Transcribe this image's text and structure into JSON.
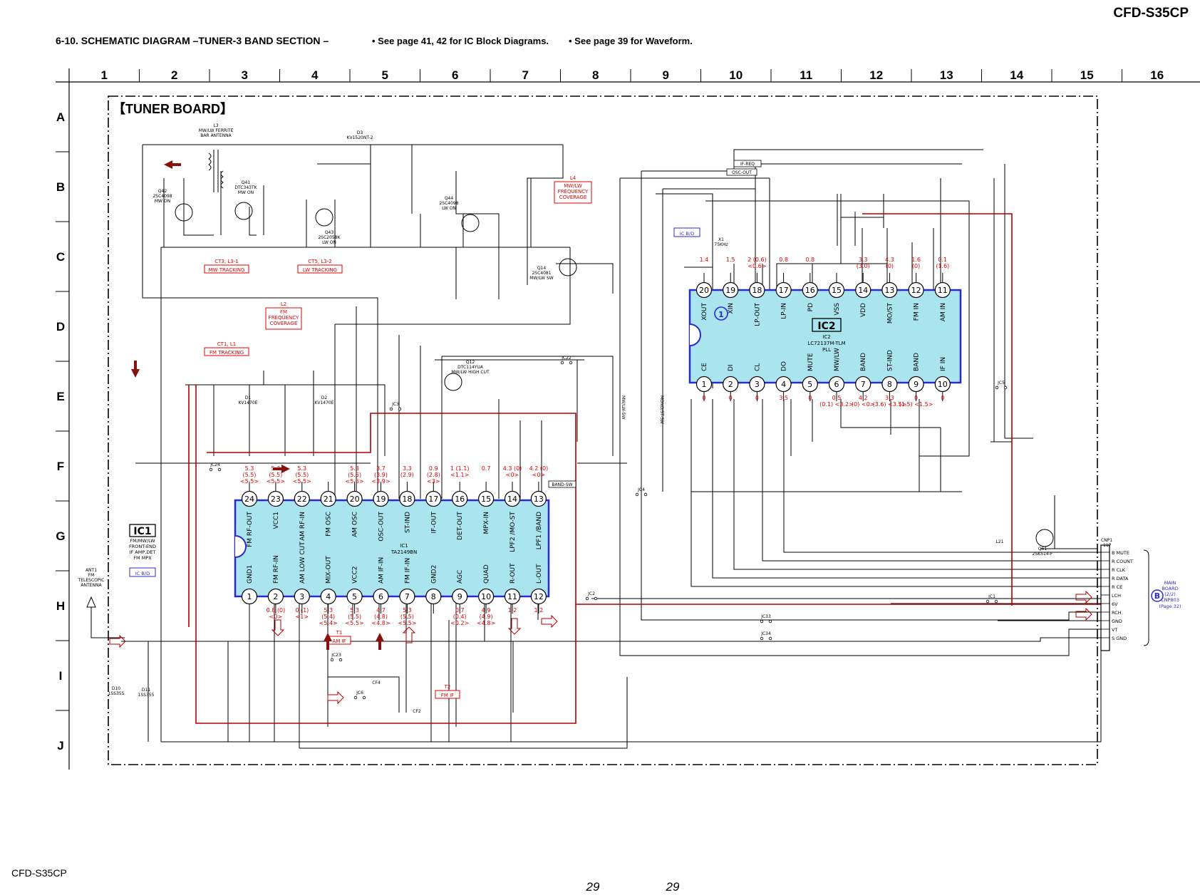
{
  "header": {
    "model": "CFD-S35CP",
    "title": "6-10. SCHEMATIC DIAGRAM  –TUNER-3 BAND SECTION –",
    "note_ic": "• See page 41, 42 for IC Block Diagrams.",
    "note_wave": "• See page 39 for Waveform."
  },
  "grid": {
    "columns": [
      "1",
      "2",
      "3",
      "4",
      "5",
      "6",
      "7",
      "8",
      "9",
      "10",
      "11",
      "12",
      "13",
      "14",
      "15",
      "16"
    ],
    "rows": [
      "A",
      "B",
      "C",
      "D",
      "E",
      "F",
      "G",
      "H",
      "I",
      "J"
    ]
  },
  "board_title": "【TUNER BOARD】",
  "ic1": {
    "box_label": "IC1",
    "description": [
      "FM/MW/LW",
      "FRONT-END",
      "IF AMP,DET",
      "FM MPX"
    ],
    "ref": "IC B/D",
    "name": "IC1",
    "part": "TA2149BN",
    "top_pins": [
      {
        "num": "24",
        "label": "FM RF-OUT",
        "v": "5.3",
        "v2": "(5.5)",
        "v3": "<5.5>"
      },
      {
        "num": "23",
        "label": "VCC1",
        "v": "5.3",
        "v2": "(5.5)",
        "v3": "<5.5>"
      },
      {
        "num": "22",
        "label": "AM RF-IN",
        "v": "5.3",
        "v2": "(5.5)",
        "v3": "<5.5>"
      },
      {
        "num": "21",
        "label": "FM OSC",
        "v": "",
        "v2": "",
        "v3": ""
      },
      {
        "num": "20",
        "label": "AM OSC",
        "v": "5.3",
        "v2": "(5.5)",
        "v3": "<5.5>"
      },
      {
        "num": "19",
        "label": "OSC-OUT",
        "v": "3.7",
        "v2": "(3.9)",
        "v3": "<3.9>"
      },
      {
        "num": "18",
        "label": "ST-IND",
        "v": "3.3",
        "v2": "(2.9)",
        "v3": ""
      },
      {
        "num": "17",
        "label": "IF-OUT",
        "v": "0.9",
        "v2": "(2.8)",
        "v3": "<3>"
      },
      {
        "num": "16",
        "label": "DET-OUT",
        "v": "1 (1.1)",
        "v2": "<1.1>",
        "v3": ""
      },
      {
        "num": "15",
        "label": "MPX-IN",
        "v": "0.7",
        "v2": "",
        "v3": ""
      },
      {
        "num": "14",
        "label": "LPF2 /MO-ST",
        "v": "4.3 (0)",
        "v2": "<0>",
        "v3": ""
      },
      {
        "num": "13",
        "label": "LPF1 /BAND",
        "v": "4.2 (0)",
        "v2": "<0>",
        "v3": ""
      }
    ],
    "bottom_pins": [
      {
        "num": "1",
        "label": "GND1",
        "v": "",
        "v2": "",
        "v3": ""
      },
      {
        "num": "2",
        "label": "FM RF-IN",
        "v": "0.8 (0)",
        "v2": "<0>",
        "v3": ""
      },
      {
        "num": "3",
        "label": "AM LOW CUT",
        "v": "0 (1)",
        "v2": "<1>",
        "v3": ""
      },
      {
        "num": "4",
        "label": "MIX-OUT",
        "v": "5.3",
        "v2": "(5.4)",
        "v3": "<5.4>"
      },
      {
        "num": "5",
        "label": "VCC2",
        "v": "5.3",
        "v2": "(5.5)",
        "v3": "<5.5>"
      },
      {
        "num": "6",
        "label": "AM IF-IN",
        "v": "4.7",
        "v2": "(4.8)",
        "v3": "<4.8>"
      },
      {
        "num": "7",
        "label": "FM IF-IN",
        "v": "5.3",
        "v2": "(5.5)",
        "v3": "<5.5>"
      },
      {
        "num": "8",
        "label": "GND2",
        "v": "",
        "v2": "",
        "v3": ""
      },
      {
        "num": "9",
        "label": "AGC",
        "v": "0.7",
        "v2": "(0.4)",
        "v3": "<0.2>"
      },
      {
        "num": "10",
        "label": "QUAD",
        "v": "4.9",
        "v2": "(4.9)",
        "v3": "<4.8>"
      },
      {
        "num": "11",
        "label": "R-OUT",
        "v": "1.2",
        "v2": "",
        "v3": ""
      },
      {
        "num": "12",
        "label": "L-OUT",
        "v": "1.2",
        "v2": "",
        "v3": ""
      }
    ]
  },
  "ic2": {
    "name": "IC2",
    "part": "LC72137M-TLM",
    "function": "PLL",
    "marker": "1",
    "ref": "IC B/D",
    "top_pins": [
      {
        "num": "20",
        "label": "XOUT",
        "v": "1.4",
        "v2": ""
      },
      {
        "num": "19",
        "label": "XIN",
        "v": "1.5",
        "v2": ""
      },
      {
        "num": "18",
        "label": "LP-OUT",
        "v": "2 (0.6)",
        "v2": "<0.6>"
      },
      {
        "num": "17",
        "label": "LP-IN",
        "v": "0.8",
        "v2": ""
      },
      {
        "num": "16",
        "label": "PD",
        "v": "0.8",
        "v2": ""
      },
      {
        "num": "15",
        "label": "VSS",
        "v": "",
        "v2": ""
      },
      {
        "num": "14",
        "label": "VDD",
        "v": "3.3",
        "v2": "(3.0)"
      },
      {
        "num": "13",
        "label": "MO/ST",
        "v": "4.3",
        "v2": "(0)"
      },
      {
        "num": "12",
        "label": "FM IN",
        "v": "1.6",
        "v2": "(0)"
      },
      {
        "num": "11",
        "label": "AM IN",
        "v": "0.1",
        "v2": "(1.6)"
      }
    ],
    "bottom_pins": [
      {
        "num": "1",
        "label": "CE",
        "v": "0",
        "v2": ""
      },
      {
        "num": "2",
        "label": "DI",
        "v": "0",
        "v2": ""
      },
      {
        "num": "3",
        "label": "CL",
        "v": "0",
        "v2": ""
      },
      {
        "num": "4",
        "label": "DO",
        "v": "3.5",
        "v2": ""
      },
      {
        "num": "5",
        "label": "MUTE",
        "v": "0",
        "v2": ""
      },
      {
        "num": "6",
        "label": "MW/LW",
        "v": "0.5",
        "v2": "(0.1) <3.2>"
      },
      {
        "num": "7",
        "label": "BAND",
        "v": "4.2",
        "v2": "(0) <0>"
      },
      {
        "num": "8",
        "label": "ST-IND",
        "v": "3.3",
        "v2": "(3.6) <3.5>"
      },
      {
        "num": "9",
        "label": "BAND",
        "v": "0",
        "v2": "(1.5) <1.5>"
      },
      {
        "num": "10",
        "label": "IF IN",
        "v": "0",
        "v2": ""
      }
    ]
  },
  "connector": {
    "name": "CNP1",
    "pins_note": "11P",
    "pins": [
      "B MUTE",
      "R COUNT",
      "R CLK",
      "R DATA",
      "R CE",
      "LCH",
      "6V",
      "RCH",
      "GND",
      "VT",
      "S GND"
    ],
    "dest_letter": "B",
    "dest": [
      "MAIN",
      "BOARD",
      "(2/2)",
      "CNP803",
      "(Page 32)"
    ]
  },
  "antennas": {
    "fm": [
      "ANT1",
      "FM",
      "TELESCOPIC",
      "ANTENNA"
    ],
    "bar": [
      "L3",
      "MW/LW FERRITE",
      "BAR ANTENNA"
    ]
  },
  "adjust_tags": [
    "MW TRACKING",
    "LW TRACKING",
    "FM FREQUENCY COVERAGE",
    "FM TRACKING",
    "MW/LW FREQUENCY COVERAGE",
    "AM IF",
    "FM IF"
  ],
  "adjust_refs": [
    "CT3, L3-1",
    "CT5, L3-2",
    "L2",
    "CT1, L1",
    "L4",
    "T1",
    "T2"
  ],
  "components": [
    {
      "ref": "Q41",
      "part": "DTC343TK",
      "desc": "MW ON"
    },
    {
      "ref": "Q42",
      "part": "2SC4098",
      "desc": "MW ON"
    },
    {
      "ref": "Q43",
      "part": "2SC2058K",
      "desc": "LW ON"
    },
    {
      "ref": "Q44",
      "part": "2SC4098",
      "desc": "LW ON"
    },
    {
      "ref": "Q14",
      "part": "2SC4081",
      "desc": "MW/LW SW"
    },
    {
      "ref": "Q12",
      "part": "DTC114YUA",
      "desc": "MW/LW HIGH CUT"
    },
    {
      "ref": "Q61",
      "part": "2SK514-F",
      "desc": ""
    },
    {
      "ref": "D3",
      "part": "KV1520NT-2",
      "desc": ""
    },
    {
      "ref": "D1",
      "part": "KV1470E",
      "desc": ""
    },
    {
      "ref": "D2",
      "part": "KV1470E",
      "desc": ""
    },
    {
      "ref": "D10",
      "part": "1SS355",
      "desc": ""
    },
    {
      "ref": "D11",
      "part": "1SS355",
      "desc": ""
    },
    {
      "ref": "X1",
      "part": "75KHz",
      "desc": ""
    },
    {
      "ref": "L21",
      "part": "",
      "desc": ""
    },
    {
      "ref": "CF2",
      "part": "",
      "desc": ""
    },
    {
      "ref": "CF4",
      "part": "",
      "desc": ""
    }
  ],
  "signal_labels": [
    "IF-REQ",
    "OSC-OUT",
    "BAND-SW",
    "MW/LW-SW",
    "MONO/ST-SW"
  ],
  "jumpers": [
    "JC1",
    "JC2",
    "JC3",
    "JC4",
    "JC5",
    "JC6",
    "JC22",
    "JC23",
    "JC24",
    "JC33",
    "JC34"
  ],
  "footer": {
    "model": "CFD-S35CP",
    "page_left": "29",
    "page_right": "29"
  }
}
